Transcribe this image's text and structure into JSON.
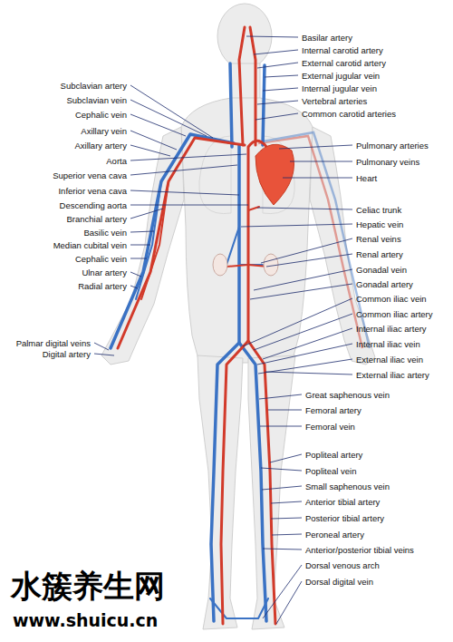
{
  "diagram": {
    "labels": [
      "Subclavian artery",
      "Subclavian vein",
      "Cephalic vein",
      "Axillary vein",
      "Axillary artery",
      "Aorta",
      "Superior vena cava",
      "Inferior vena cava",
      "Descending aorta",
      "Branchial artery",
      "Basilic vein",
      "Median cubital vein",
      "Cephalic vein",
      "Ulnar artery",
      "Radial artery",
      "Palmar digital veins",
      "Digital artery",
      "Basilar artery",
      "Internal carotid artery",
      "External carotid artery",
      "External jugular vein",
      "Internal jugular vein",
      "Vertebral arteries",
      "Common carotid arteries",
      "Pulmonary arteries",
      "Pulmonary veins",
      "Heart",
      "Celiac trunk",
      "Hepatic vein",
      "Renal veins",
      "Renal artery",
      "Gonadal vein",
      "Gonadal artery",
      "Common iliac vein",
      "Common iliac artery",
      "Internal iliac artery",
      "Internal iliac vein",
      "External iliac vein",
      "External iliac artery",
      "Great saphenous vein",
      "Femoral artery",
      "Femoral vein",
      "Popliteal artery",
      "Popliteal vein",
      "Small saphenous vein",
      "Anterior tibial artery",
      "Posterior tibial artery",
      "Peroneal artery",
      "Anterior/posterior tibial veins",
      "Dorsal venous arch",
      "Dorsal digital vein",
      "水簇养生网",
      "www.shuicu.cn"
    ]
  }
}
